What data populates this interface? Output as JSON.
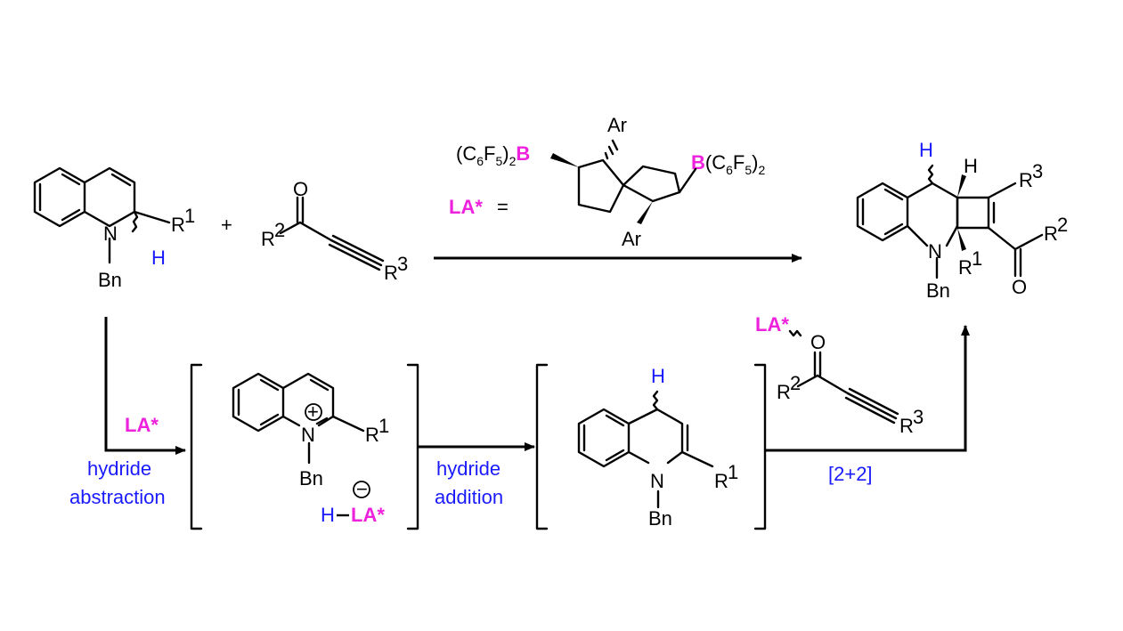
{
  "labels": {
    "r1": "R",
    "sup1": "1",
    "r2": "R",
    "sup2": "2",
    "r3": "R",
    "sup3": "3",
    "h": "H",
    "o": "O",
    "n": "N",
    "bn": "Bn",
    "ar": "Ar",
    "plus": "+",
    "la": "LA*",
    "la_def": "LA* =",
    "boron": "B",
    "c6f5_open": "(C",
    "c6f5_6": "6",
    "c6f5_f": "F",
    "c6f5_5": "5",
    "c6f5_close": ")",
    "c6f5_2": "2",
    "cation": "+",
    "anion": "−"
  },
  "steps": {
    "abstraction_1": "hydride",
    "abstraction_2": "abstraction",
    "addition_1": "hydride",
    "addition_2": "addition",
    "cycloaddition": "[2+2]"
  },
  "colors": {
    "blue": "#1a1aff",
    "magenta": "#ee22dd",
    "bond": "#000000"
  }
}
